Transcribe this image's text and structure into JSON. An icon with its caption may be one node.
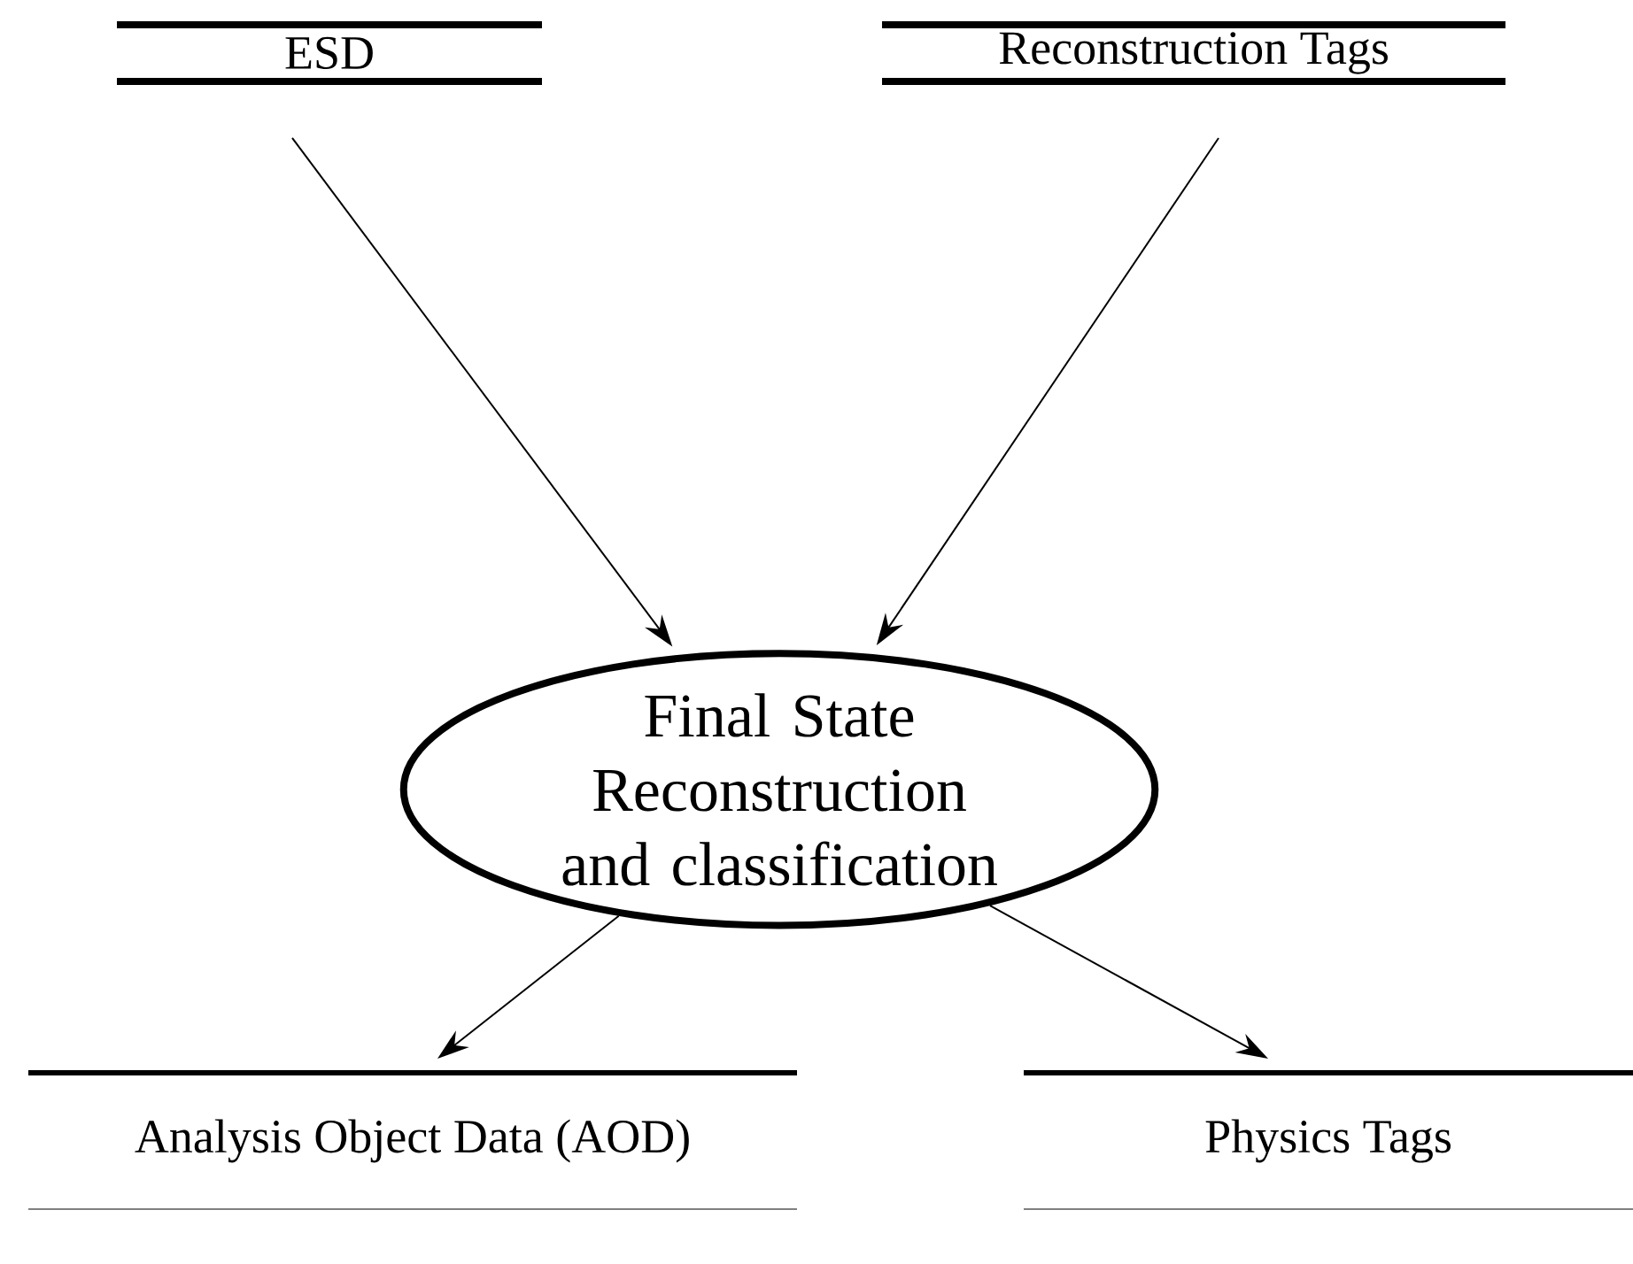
{
  "diagram": {
    "nodes": [
      {
        "text": [
          "ESD"
        ]
      },
      {
        "text": [
          "Reconstruction  Tags"
        ]
      },
      {
        "text": [
          "Final State Reconstruction and classification"
        ]
      },
      {
        "text": [
          "Analysis Object Data (AOD)"
        ]
      },
      {
        "text": [
          "Physics Tags"
        ]
      }
    ],
    "edges": [
      {
        "from": 0,
        "to": 2,
        "arrow": "to"
      },
      {
        "from": 1,
        "to": 2,
        "arrow": "to"
      },
      {
        "from": 2,
        "to": 3,
        "arrow": "to"
      },
      {
        "from": 2,
        "to": 4,
        "arrow": "to"
      }
    ]
  }
}
